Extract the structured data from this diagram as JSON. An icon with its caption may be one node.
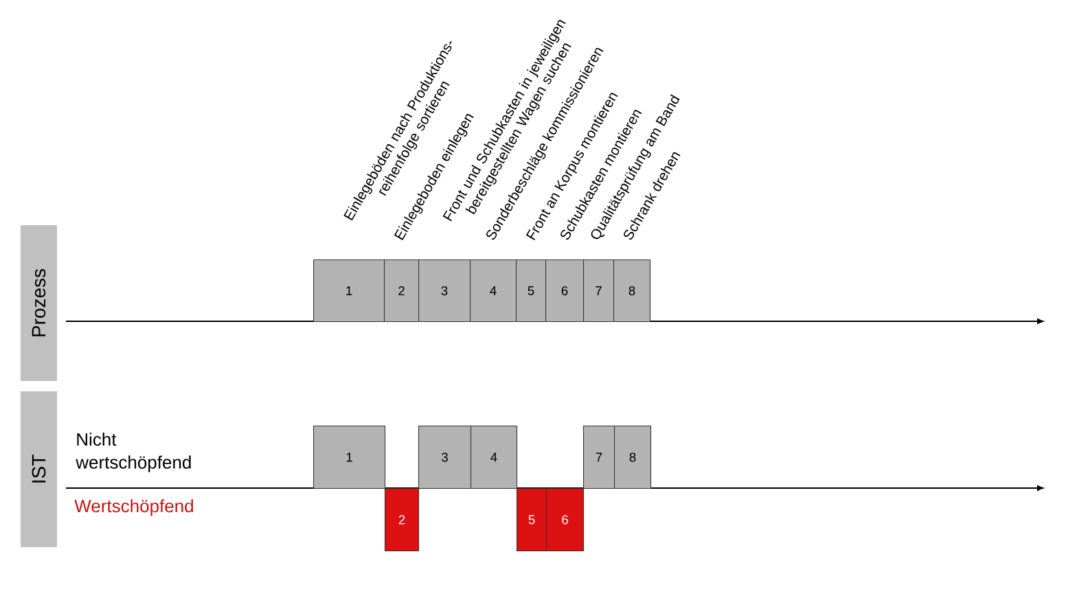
{
  "diagram": {
    "nodes": [
      {
        "text": [
          "Prozess"
        ]
      },
      {
        "text": [
          "IST"
        ]
      },
      {
        "text": [
          "1"
        ],
        "beside": [
          "Einlegeböden nach Produktions- reihenfolge sortieren"
        ]
      },
      {
        "text": [
          "2"
        ],
        "beside": [
          "Einlegeboden einlegen"
        ]
      },
      {
        "text": [
          "3"
        ],
        "beside": [
          "Front und Schubkasten in jeweiligen bereitgestellten Wagen suchen"
        ]
      },
      {
        "text": [
          "4"
        ],
        "beside": [
          "Sonderbeschläge kommissionieren"
        ]
      },
      {
        "text": [
          "5"
        ],
        "beside": [
          "Front an Korpus montieren"
        ]
      },
      {
        "text": [
          "6"
        ],
        "beside": [
          "Schubkasten montieren"
        ]
      },
      {
        "text": [
          "7"
        ],
        "beside": [
          "Qualitätsprüfung am Band"
        ]
      },
      {
        "text": [
          "8"
        ],
        "beside": [
          "Schrank drehen"
        ]
      },
      {
        "text": [
          "1"
        ]
      },
      {
        "text": [
          "2"
        ]
      },
      {
        "text": [
          "3"
        ]
      },
      {
        "text": [
          "4"
        ]
      },
      {
        "text": [
          "5"
        ]
      },
      {
        "text": [
          "6"
        ]
      },
      {
        "text": [
          "7"
        ]
      },
      {
        "text": [
          "8"
        ]
      }
    ],
    "labels": [
      "Nicht wertschöpfend",
      "Wertschöpfend"
    ]
  }
}
